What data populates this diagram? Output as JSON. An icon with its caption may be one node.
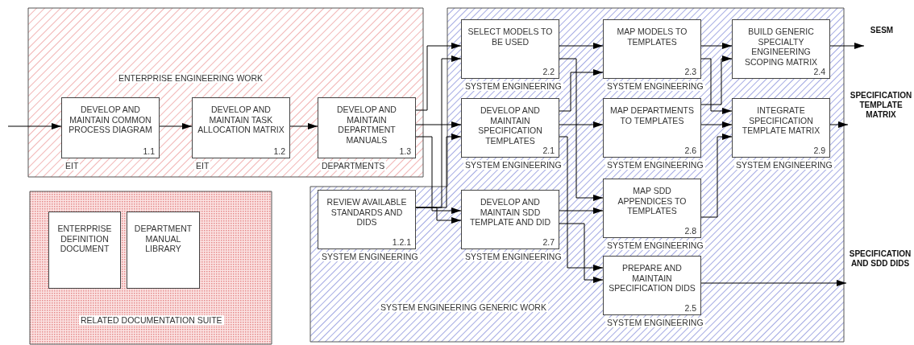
{
  "diagram": {
    "nodes": [
      {
        "text": [
          "ENTERPRISE ENGINEERING WORK"
        ]
      },
      {
        "text": [
          "DEVELOP AND MAINTAIN COMMON PROCESS DIAGRAM",
          "1.1"
        ],
        "in": 0,
        "beside": [
          "EIT"
        ]
      },
      {
        "text": [
          "DEVELOP AND MAINTAIN TASK ALLOCATION MATRIX",
          "1.2"
        ],
        "in": 0,
        "beside": [
          "EIT"
        ]
      },
      {
        "text": [
          "DEVELOP AND MAINTAIN DEPARTMENT MANUALS",
          "1.3"
        ],
        "in": 0,
        "beside": [
          "DEPARTMENTS"
        ]
      },
      {
        "text": [
          "RELATED DOCUMENTATION SUITE"
        ]
      },
      {
        "text": [
          "ENTERPRISE DEFINITION DOCUMENT"
        ],
        "in": 4
      },
      {
        "text": [
          "DEPARTMENT MANUAL LIBRARY"
        ],
        "in": 4
      },
      {
        "text": [
          "SYSTEM ENGINEERING GENERIC WORK"
        ]
      },
      {
        "text": [
          "SELECT MODELS TO BE USED",
          "2.2"
        ],
        "in": 7,
        "beside": [
          "SYSTEM ENGINEERING"
        ]
      },
      {
        "text": [
          "DEVELOP AND MAINTAIN SPECIFICATION TEMPLATES",
          "2.1"
        ],
        "in": 7,
        "beside": [
          "SYSTEM ENGINEERING"
        ]
      },
      {
        "text": [
          "REVIEW AVAILABLE STANDARDS AND DIDS",
          "1.2.1"
        ],
        "in": 7,
        "beside": [
          "SYSTEM ENGINEERING"
        ]
      },
      {
        "text": [
          "DEVELOP AND MAINTAIN SDD TEMPLATE AND DID",
          "2.7"
        ],
        "in": 7,
        "beside": [
          "SYSTEM ENGINEERING"
        ]
      },
      {
        "text": [
          "MAP MODELS TO TEMPLATES",
          "2.3"
        ],
        "in": 7,
        "beside": [
          "SYSTEM ENGINEERING"
        ]
      },
      {
        "text": [
          "MAP DEPARTMENTS TO TEMPLATES",
          "2.6"
        ],
        "in": 7,
        "beside": [
          "SYSTEM ENGINEERING"
        ]
      },
      {
        "text": [
          "MAP SDD APPENDICES TO TEMPLATES",
          "2.8"
        ],
        "in": 7,
        "beside": [
          "SYSTEM ENGINEERING"
        ]
      },
      {
        "text": [
          "PREPARE AND MAINTAIN SPECIFICATION DIDS",
          "2.5"
        ],
        "in": 7,
        "beside": [
          "SYSTEM ENGINEERING"
        ]
      },
      {
        "text": [
          "BUILD GENERIC SPECIALTY ENGINEERING SCOPING MATRIX",
          "2.4"
        ],
        "in": 7
      },
      {
        "text": [
          "INTEGRATE SPECIFICATION TEMPLATE MATRIX",
          "2.9"
        ],
        "in": 7,
        "beside": [
          "SYSTEM ENGINEERING"
        ]
      },
      {
        "text": [
          "SESM"
        ]
      },
      {
        "text": [
          "SPECIFICATION TEMPLATE MATRIX"
        ]
      },
      {
        "text": [
          "SPECIFICATION AND SDD DIDS"
        ]
      }
    ],
    "edges": [
      {
        "from": null,
        "to": 1,
        "arrow": "to"
      },
      {
        "from": 1,
        "to": 2,
        "arrow": "to"
      },
      {
        "from": 2,
        "to": 3,
        "arrow": "to"
      },
      {
        "from": 3,
        "to": 8,
        "arrow": "to"
      },
      {
        "from": 3,
        "to": 9,
        "arrow": "to"
      },
      {
        "from": 3,
        "to": 11,
        "arrow": "to"
      },
      {
        "from": 10,
        "to": 8,
        "arrow": "to"
      },
      {
        "from": 10,
        "to": 9,
        "arrow": "to"
      },
      {
        "from": 10,
        "to": 11,
        "arrow": "to"
      },
      {
        "from": 8,
        "to": 12,
        "arrow": "to"
      },
      {
        "from": 8,
        "to": 14,
        "arrow": "to"
      },
      {
        "from": 9,
        "to": 12,
        "arrow": "to"
      },
      {
        "from": 9,
        "to": 13,
        "arrow": "to"
      },
      {
        "from": 9,
        "to": 15,
        "arrow": "to"
      },
      {
        "from": 11,
        "to": 14,
        "arrow": "to"
      },
      {
        "from": 11,
        "to": 15,
        "arrow": "to"
      },
      {
        "from": 12,
        "to": 16,
        "arrow": "to"
      },
      {
        "from": 12,
        "to": 17,
        "arrow": "to"
      },
      {
        "from": 13,
        "to": 16,
        "arrow": "to"
      },
      {
        "from": 13,
        "to": 17,
        "arrow": "to"
      },
      {
        "from": 14,
        "to": 17,
        "arrow": "to"
      },
      {
        "from": 16,
        "to": 18,
        "arrow": "to"
      },
      {
        "from": 17,
        "to": 19,
        "arrow": "to"
      },
      {
        "from": 15,
        "to": 20,
        "arrow": "to"
      }
    ]
  }
}
